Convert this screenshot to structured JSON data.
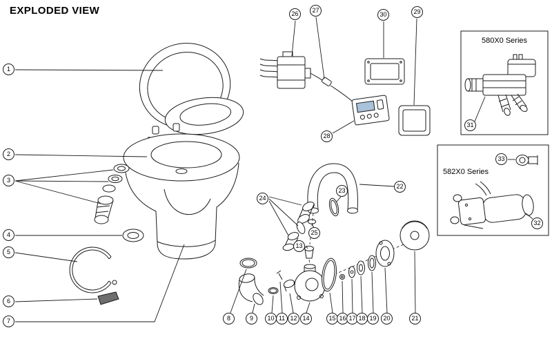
{
  "title": "EXPLODED VIEW",
  "series_boxes": [
    {
      "label": "580X0 Series"
    },
    {
      "label": "582X0 Series"
    }
  ],
  "callouts": [
    "1",
    "2",
    "3",
    "4",
    "5",
    "6",
    "7",
    "8",
    "9",
    "10",
    "11",
    "12",
    "13",
    "14",
    "15",
    "16",
    "17",
    "18",
    "19",
    "20",
    "21",
    "22",
    "23",
    "24",
    "25",
    "26",
    "27",
    "28",
    "29",
    "30",
    "31",
    "32",
    "33"
  ],
  "colors": {
    "line": "#1a1a1a",
    "background": "#ffffff",
    "panel_screen_blue": "#a9c2d9",
    "dark_block": "#6e6e6e"
  }
}
